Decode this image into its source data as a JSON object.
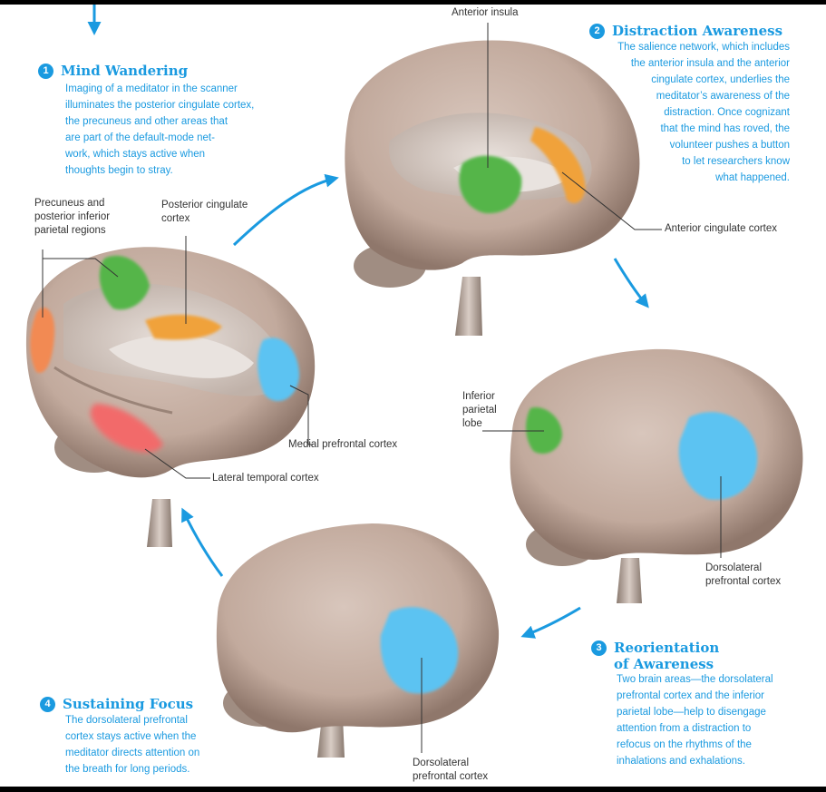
{
  "steps": [
    {
      "number": "1",
      "title": "Mind Wandering",
      "body": "Imaging of a meditator in the scanner\nilluminates the posterior cingulate cortex,\nthe precuneus and other areas that\nare part of the default-mode net-\nwork, which stays active when\nthoughts begin to stray."
    },
    {
      "number": "2",
      "title": "Distraction Awareness",
      "body": "The salience network, which includes\nthe anterior insula and the anterior\ncingulate cortex, underlies the\nmeditator’s awareness of the\ndistraction. Once cognizant\nthat the mind has roved, the\nvolunteer pushes a button\nto let researchers know\nwhat happened."
    },
    {
      "number": "3",
      "title": "Reorientation\nof Awareness",
      "body": "Two brain areas—the dorsolateral\nprefrontal cortex and the inferior\nparietal lobe—help to disengage\nattention from a distraction to\nrefocus on the rhythms of the\ninhalations and exhalations."
    },
    {
      "number": "4",
      "title": "Sustaining Focus",
      "body": "The dorsolateral prefrontal\ncortex stays active when the\nmeditator directs attention on\nthe breath for long periods."
    }
  ],
  "labels": {
    "precuneus": "Precuneus and\nposterior inferior\nparietal regions",
    "posterior_cingulate": "Posterior cingulate\ncortex",
    "medial_prefrontal": "Medial prefrontal cortex",
    "lateral_temporal": "Lateral temporal cortex",
    "anterior_insula": "Anterior insula",
    "anterior_cingulate": "Anterior cingulate cortex",
    "inferior_parietal": "Inferior\nparietal\nlobe",
    "dlpfc_3": "Dorsolateral\nprefrontal cortex",
    "dlpfc_4": "Dorsolateral\nprefrontal cortex"
  },
  "colors": {
    "accent": "#1a9ae0",
    "brain": "#c9b3a7",
    "brain_shadow": "#8f776b",
    "green": "#55b548",
    "orange": "#f0a23a",
    "blue": "#5cc3f2",
    "red": "#f26a6a",
    "coral": "#f28a52"
  }
}
